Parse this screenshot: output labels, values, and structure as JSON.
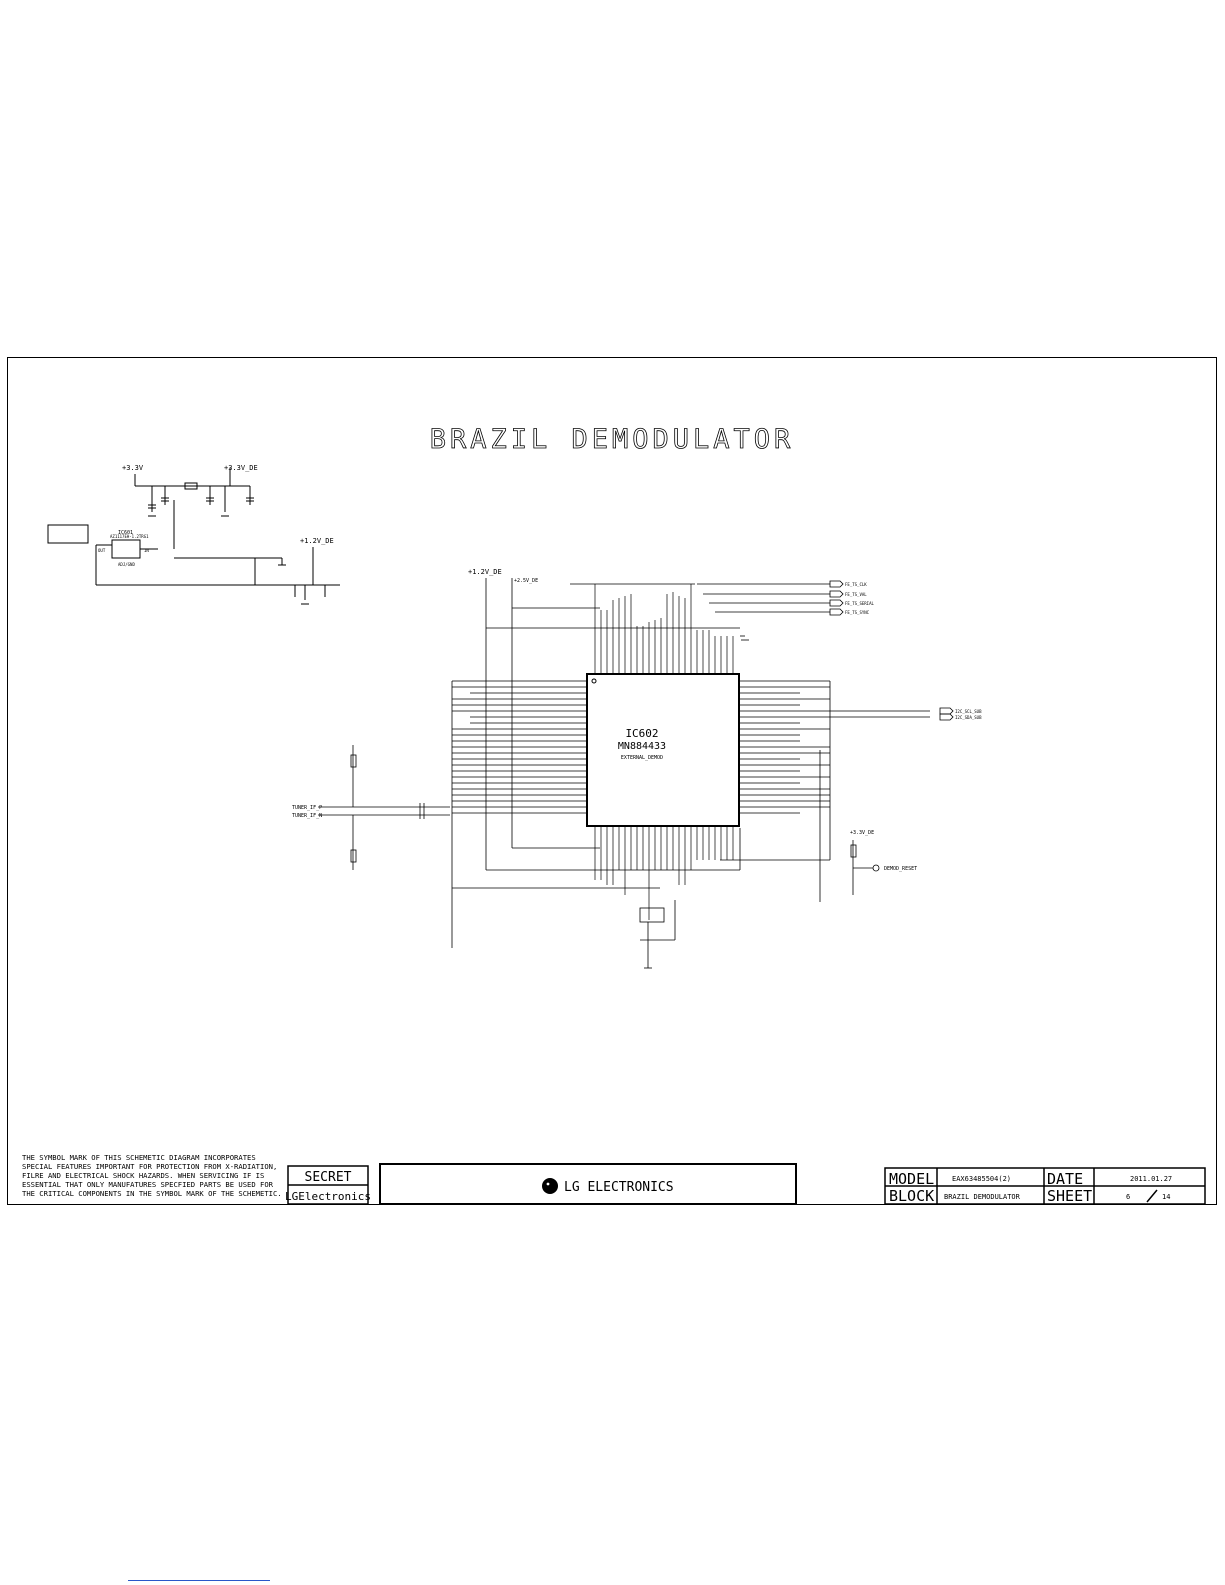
{
  "title": "BRAZIL DEMODULATOR",
  "nets": {
    "v33": "+3.3V",
    "v33_de": "+3.3V_DE",
    "v12_de_top": "+1.2V_DE",
    "v12_de": "+1.2V_DE",
    "v25_de": "+2.5V_DE",
    "v33_de_right": "+3.3V_DE"
  },
  "ic": {
    "ref": "IC602",
    "part": "MN884433",
    "note": "EXTERNAL_DEMOD"
  },
  "regulator": {
    "ref": "IC601",
    "part": "AZ1117EH-1.2TRG1",
    "in": "IN",
    "out": "OUT",
    "adj": "ADJ/GND"
  },
  "inputs": {
    "in_p": "TUNER_IF_P",
    "in_n": "TUNER_IF_N"
  },
  "outputs": [
    "FE_TS_CLK",
    "FE_TS_VAL",
    "FE_TS_SERIAL",
    "FE_TS_SYNC"
  ],
  "i2c": [
    "I2C_SCL_SUB",
    "I2C_SDA_SUB"
  ],
  "reset": "DEMOD_RESET",
  "notice": [
    "THE SYMBOL MARK OF THIS SCHEMETIC DIAGRAM INCORPORATES",
    "SPECIAL FEATURES IMPORTANT FOR PROTECTION FROM X-RADIATION,",
    "FILRE AND ELECTRICAL SHOCK HAZARDS. WHEN SERVICING IF IS",
    "ESSENTIAL THAT ONLY MANUFATURES SPECFIED PARTS BE USED FOR",
    "THE CRITICAL COMPONENTS IN THE SYMBOL MARK OF THE SCHEMETIC."
  ],
  "secret": "SECRET",
  "lg_small": "LGElectronics",
  "lg_logo": "LG ELECTRONICS",
  "tb": {
    "model_label": "MODEL",
    "model_value": "EAX63485504(2)",
    "date_label": "DATE",
    "date_value": "2011.01.27",
    "block_label": "BLOCK",
    "block_value": "BRAZIL DEMODULATOR",
    "sheet_label": "SHEET",
    "sheet_num": "6",
    "sheet_total": "14"
  }
}
